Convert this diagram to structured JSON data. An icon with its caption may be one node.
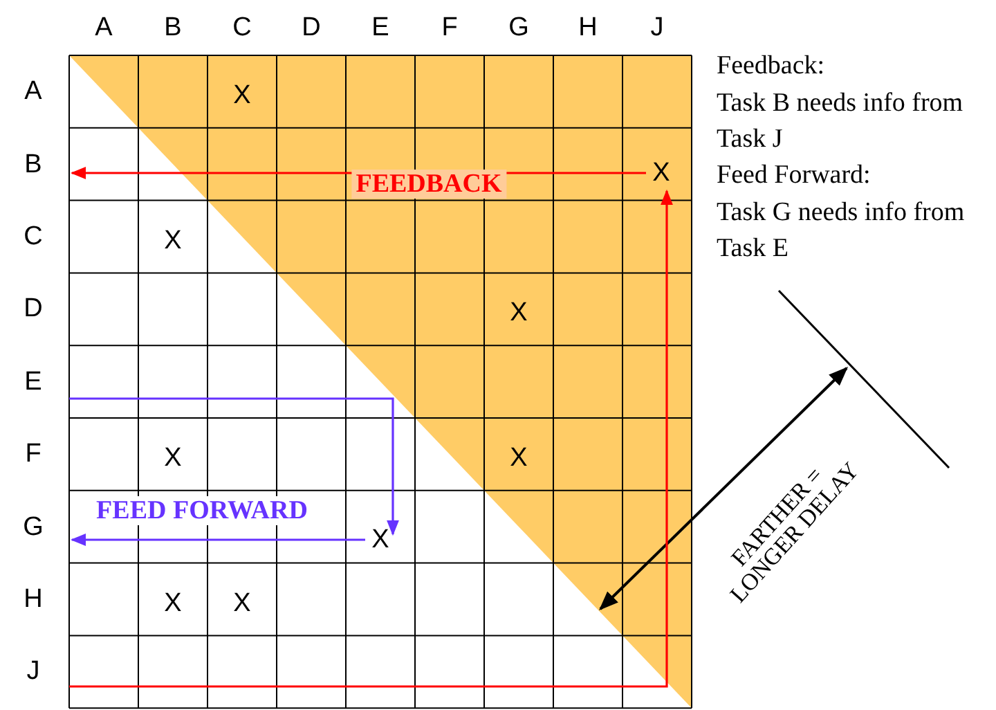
{
  "diagram": {
    "nodes": [
      {
        "text": [
          "X"
        ]
      },
      {
        "text": [
          "X"
        ]
      }
    ],
    "edges": [
      {
        "from": null,
        "to": 0,
        "arrow": "to",
        "color": "#ff0000"
      },
      {
        "from": 0,
        "to": null,
        "arrow": "to",
        "label": "FEEDBACK",
        "color": "#ff0000"
      },
      {
        "from": null,
        "to": 1,
        "arrow": "to",
        "color": "#6633ff"
      },
      {
        "from": 1,
        "to": null,
        "arrow": "to",
        "label": "FEED FORWARD",
        "color": "#6633ff"
      }
    ],
    "labels": [
      "A",
      "B",
      "C",
      "D",
      "E",
      "F",
      "G",
      "H",
      "J",
      "A",
      "X",
      "B",
      "C",
      "X",
      "D",
      "X",
      "E",
      "F",
      "X",
      "X",
      "G",
      "H",
      "X",
      "X",
      "J",
      "Feedback:",
      "Task B needs info from Task J",
      "Feed Forward:",
      "Task G needs info from Task E",
      "FARTHER = LONGER DELAY"
    ]
  }
}
